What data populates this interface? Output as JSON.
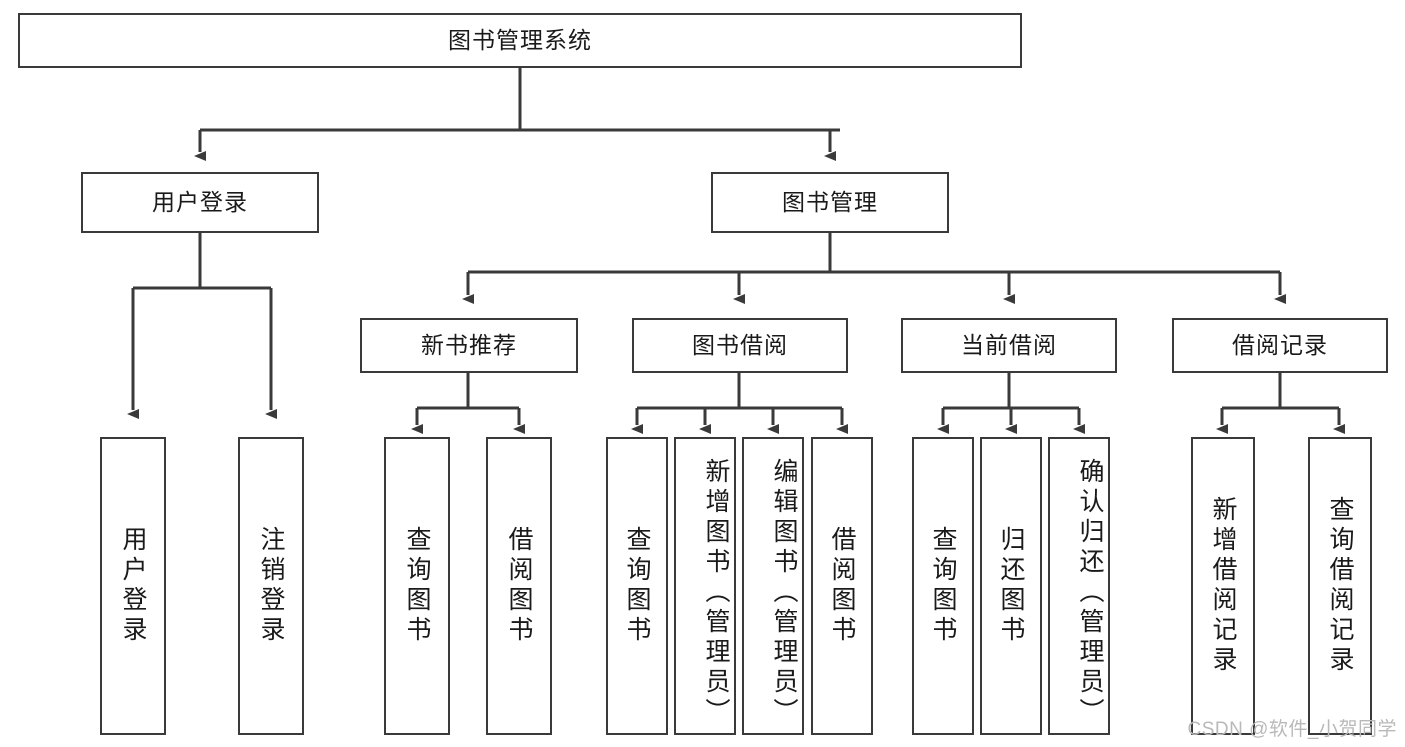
{
  "diagram": {
    "type": "tree",
    "orientation": "top-down",
    "title": "图书管理系统",
    "style": {
      "background": "#ffffff",
      "box_fill": "#ffffff",
      "box_stroke": "#3a3a3a",
      "edge_color": "#3a3a3a",
      "text_color": "#1a1a1a"
    },
    "root": {
      "label": "图书管理系统",
      "level": 0
    },
    "level1": [
      {
        "label": "用户登录"
      },
      {
        "label": "图书管理"
      }
    ],
    "level2": [
      {
        "label": "新书推荐",
        "parent": "图书管理"
      },
      {
        "label": "图书借阅",
        "parent": "图书管理"
      },
      {
        "label": "当前借阅",
        "parent": "图书管理"
      },
      {
        "label": "借阅记录",
        "parent": "图书管理"
      }
    ],
    "leaves": {
      "user_login": [
        {
          "label": "用户登录"
        },
        {
          "label": "注销登录"
        }
      ],
      "new_book_recommend": [
        {
          "label": "查询图书"
        },
        {
          "label": "借阅图书"
        }
      ],
      "book_borrow": [
        {
          "label": "查询图书"
        },
        {
          "label": "新增图书（管理员）"
        },
        {
          "label": "编辑图书（管理员）"
        },
        {
          "label": "借阅图书"
        }
      ],
      "current_borrow": [
        {
          "label": "查询图书"
        },
        {
          "label": "归还图书"
        },
        {
          "label": "确认归还（管理员）"
        }
      ],
      "borrow_record": [
        {
          "label": "新增借阅记录"
        },
        {
          "label": "查询借阅记录"
        }
      ]
    }
  },
  "watermark": {
    "text": "CSDN @软件_小贺同学"
  }
}
